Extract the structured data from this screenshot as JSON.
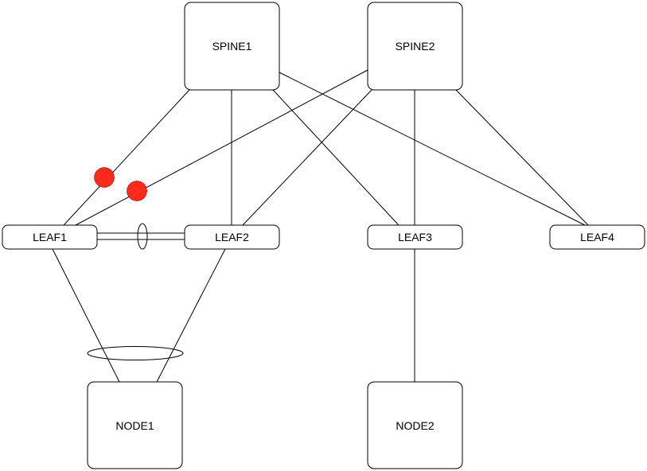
{
  "diagram": {
    "nodes": [
      {
        "id": "spine1",
        "label": "SPINE1"
      },
      {
        "id": "spine2",
        "label": "SPINE2"
      },
      {
        "id": "leaf1",
        "label": "LEAF1"
      },
      {
        "id": "leaf2",
        "label": "LEAF2"
      },
      {
        "id": "leaf3",
        "label": "LEAF3"
      },
      {
        "id": "leaf4",
        "label": "LEAF4"
      },
      {
        "id": "node1",
        "label": "NODE1"
      },
      {
        "id": "node2",
        "label": "NODE2"
      }
    ],
    "links": [
      {
        "from": "spine1",
        "to": "leaf1"
      },
      {
        "from": "spine1",
        "to": "leaf2"
      },
      {
        "from": "spine1",
        "to": "leaf3"
      },
      {
        "from": "spine1",
        "to": "leaf4"
      },
      {
        "from": "spine2",
        "to": "leaf1"
      },
      {
        "from": "spine2",
        "to": "leaf2"
      },
      {
        "from": "spine2",
        "to": "leaf3"
      },
      {
        "from": "spine2",
        "to": "leaf4"
      },
      {
        "from": "leaf1",
        "to": "leaf2",
        "kind": "peer-link-bundle"
      },
      {
        "from": "leaf1",
        "to": "node1"
      },
      {
        "from": "leaf2",
        "to": "node1"
      },
      {
        "from": "leaf3",
        "to": "node2"
      }
    ],
    "link_groups": [
      {
        "id": "leaf-peer-bundle",
        "members": [
          "leaf1-leaf2"
        ]
      },
      {
        "id": "node1-port-channel",
        "members": [
          "leaf1-node1",
          "leaf2-node1"
        ]
      }
    ],
    "fault_markers": [
      {
        "on_link": "spine1-leaf1"
      },
      {
        "on_link": "spine2-leaf1"
      }
    ],
    "colors": {
      "line": "#000000",
      "box_fill": "#ffffff",
      "fault_fill": "#ff2a1a",
      "fault_stroke": "#8a0000"
    }
  }
}
